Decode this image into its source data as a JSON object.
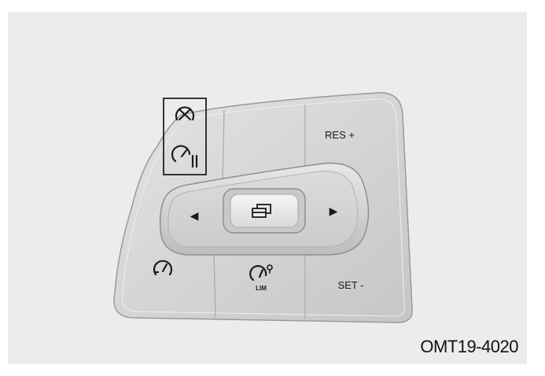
{
  "figure": {
    "code": "OMT19-4020",
    "background_color": "#ececec",
    "panel_color": "#d4d4d4",
    "button_color": "#cdcdcd",
    "highlight_color": "#e6e6e6",
    "icon_color": "#1a1a1a"
  },
  "buttons": {
    "res_plus": {
      "label": "RES +"
    },
    "set_minus": {
      "label": "SET -"
    },
    "lim": {
      "label": "LIM",
      "icon": "speed-limiter-icon"
    },
    "left": {
      "icon": "arrow-left-icon",
      "glyph": "◀"
    },
    "right": {
      "icon": "arrow-right-icon",
      "glyph": "▶"
    },
    "mode": {
      "icon": "mode-switch-icon"
    },
    "cruise": {
      "icon": "cruise-control-icon"
    },
    "cancel": {
      "icon": "cruise-cancel-icon"
    },
    "distance": {
      "icon": "vehicle-distance-icon"
    }
  }
}
